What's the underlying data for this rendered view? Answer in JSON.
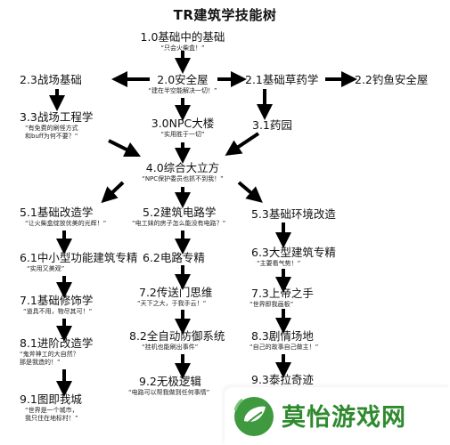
{
  "title": "TR建筑学技能树",
  "nodes": {
    "n1_0": {
      "label": "1.0基础中的基础",
      "sub": "“只会火柴盒！”"
    },
    "n2_0": {
      "label": "2.0安全屋",
      "sub": "“建在半空能解决一切！”"
    },
    "n2_1": {
      "label": "2.1基础草药学",
      "sub": ""
    },
    "n2_2": {
      "label": "2.2钓鱼安全屋",
      "sub": ""
    },
    "n2_3": {
      "label": "2.3战场基础",
      "sub": ""
    },
    "n3_0": {
      "label": "3.0NPC大楼",
      "sub": "“实用胜于一切”"
    },
    "n3_1": {
      "label": "3.1药园",
      "sub": ""
    },
    "n3_3": {
      "label": "3.3战场工程学",
      "sub": "“有免费的刷怪方式\n和buff为何不要？”"
    },
    "n4_0": {
      "label": "4.0综合大立方",
      "sub": "“NPC保护委员也抓不到我！”"
    },
    "n5_1": {
      "label": "5.1基础改造学",
      "sub": "“让火柴盒绽放优美的光辉！”"
    },
    "n5_2": {
      "label": "5.2建筑电路学",
      "sub": "“电工妹的房子怎么能没有电路？”"
    },
    "n5_3": {
      "label": "5.3基础环境改造",
      "sub": ""
    },
    "n6_1": {
      "label": "6.1中小型功能建筑专精",
      "sub": "“实用又美观”"
    },
    "n6_2": {
      "label": "6.2电路专精",
      "sub": ""
    },
    "n6_3": {
      "label": "6.3大型建筑专精",
      "sub": "“主要看气势！”"
    },
    "n7_1": {
      "label": "7.1基础修饰学",
      "sub": "“道具不用，物尽其可！”"
    },
    "n7_2": {
      "label": "7.2传送门思维",
      "sub": "“天下之大，于我手云！”"
    },
    "n7_3": {
      "label": "7.3上帝之手",
      "sub": "“世界即我画板”"
    },
    "n8_1": {
      "label": "8.1进阶改造学",
      "sub": "“鬼斧神工的大自然？\n那是我造的！”"
    },
    "n8_2": {
      "label": "8.2全自动防御系统",
      "sub": "“挂机也能刷出事件”"
    },
    "n8_3": {
      "label": "8.3剧情场地",
      "sub": "“自己的故事自己做主！”"
    },
    "n9_1": {
      "label": "9.1图即我城",
      "sub": "“世界是一个城市，\n我只住在地标村！”"
    },
    "n9_2": {
      "label": "9.2无极逻辑",
      "sub": "“电路可以帮我做到任何事情”"
    },
    "n9_3": {
      "label": "9.3泰拉奇迹",
      "sub": ""
    }
  },
  "watermark": {
    "text": "莫怡游戏网"
  },
  "colors": {
    "arrow": "#000000",
    "text": "#111111",
    "watermark_green": "#2f8a2f"
  }
}
